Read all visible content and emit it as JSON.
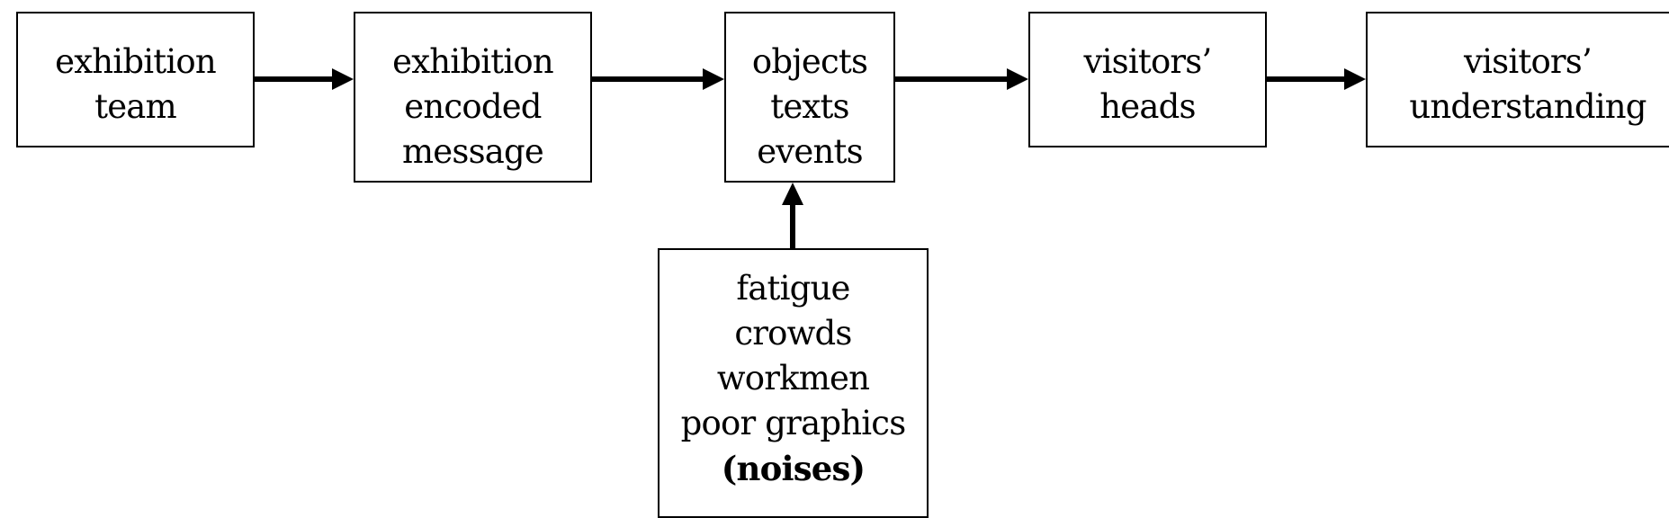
{
  "diagram": {
    "nodes": {
      "team": {
        "lines": [
          "exhibition",
          "team"
        ]
      },
      "message": {
        "lines": [
          "exhibition",
          "encoded",
          "message"
        ]
      },
      "objects": {
        "lines": [
          "objects",
          "texts",
          "events"
        ]
      },
      "heads": {
        "lines": [
          "visitors’",
          "heads"
        ]
      },
      "understanding": {
        "lines": [
          "visitors’",
          "understanding"
        ]
      },
      "noises": {
        "lines": [
          "fatigue",
          "crowds",
          "workmen",
          "poor graphics"
        ],
        "emphasis": "(noises)"
      }
    },
    "edges": [
      {
        "from": "team",
        "to": "message"
      },
      {
        "from": "message",
        "to": "objects"
      },
      {
        "from": "objects",
        "to": "heads"
      },
      {
        "from": "heads",
        "to": "understanding"
      },
      {
        "from": "noises",
        "to": "objects"
      }
    ],
    "colors": {
      "stroke": "#000000",
      "background": "#ffffff",
      "text": "#000000"
    }
  }
}
